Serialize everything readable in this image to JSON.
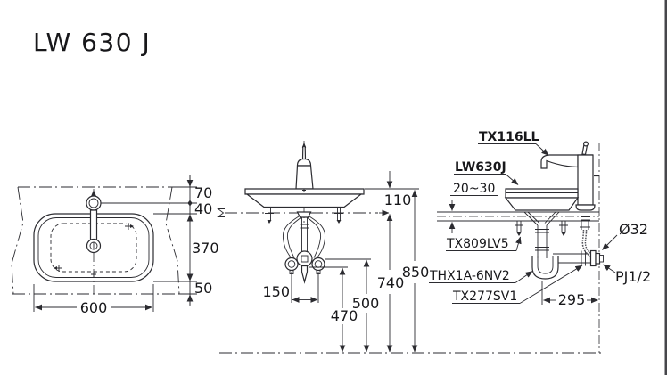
{
  "title": "LW 630 J",
  "colors": {
    "line": "#2b2b30",
    "text": "#17171a",
    "background": "#ffffff",
    "screen_edge": "#46464b"
  },
  "plan_view": {
    "dims": {
      "counter_edge_to_faucet": "70",
      "faucet_to_basin_rim": "40",
      "basin_depth": "370",
      "basin_to_counter_edge": "50",
      "basin_width": "600"
    }
  },
  "front_view": {
    "dims": {
      "rim_above_counter": "110",
      "valve_spacing": "150",
      "drain_outlet_height": "470",
      "valve_height": "500",
      "counter_height": "740",
      "rim_height": "850"
    }
  },
  "side_view": {
    "labels": {
      "faucet_model": "TX116LL",
      "basin_model": "LW630J",
      "counter_thickness": "20~30",
      "fixing_kit": "TX809LV5",
      "trap_model": "THX1A-6NV2",
      "stop_valve_model": "TX277SV1",
      "drain_diameter": "Ø32",
      "supply_thread": "PJ1/2",
      "wall_distance": "295"
    }
  }
}
